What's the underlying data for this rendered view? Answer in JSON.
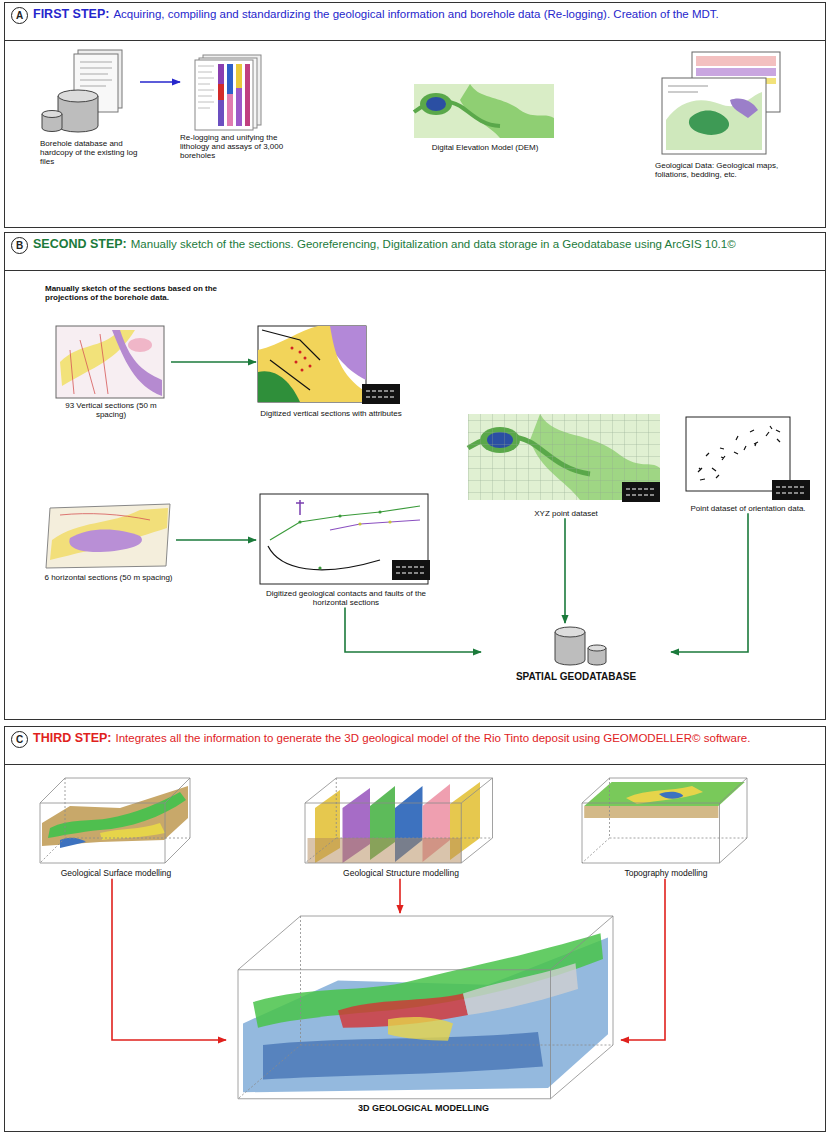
{
  "diagram": {
    "nodes": [
      {
        "text": [
          "A",
          "FIRST STEP:",
          "Acquiring, compiling and standardizing the geological information and borehole data (Re-logging). Creation of the MDT."
        ]
      },
      {
        "text": [
          "Borehole database and hardcopy of the existing log files"
        ],
        "in": 0
      },
      {
        "text": [
          "Re-logging and unifying the lithology and assays of 3,000 boreholes"
        ],
        "in": 0
      },
      {
        "text": [
          "Digital Elevation Model (DEM)"
        ],
        "in": 0
      },
      {
        "text": [
          "Geological Data: Geological maps, foliations, bedding, etc."
        ],
        "in": 0
      },
      {
        "text": [
          "B",
          "SECOND STEP:",
          "Manually sketch of the sections. Georeferencing, Digitalization and data storage in a Geodatabase using ArcGIS 10.1©"
        ]
      },
      {
        "text": [
          "93 Vertical sections (50 m spacing)"
        ],
        "in": 5
      },
      {
        "text": [
          "Digitized vertical sections with attributes"
        ],
        "in": 5
      },
      {
        "text": [
          "XYZ point dataset"
        ],
        "in": 5
      },
      {
        "text": [
          "Point dataset of orientation data."
        ],
        "in": 5
      },
      {
        "text": [
          "6 horizontal sections (50 m spacing)"
        ],
        "in": 5
      },
      {
        "text": [
          "Digitized geological contacts and faults of the horizontal sections"
        ],
        "in": 5
      },
      {
        "text": [
          "SPATIAL GEODATABASE"
        ],
        "in": 5
      },
      {
        "text": [
          "C",
          "THIRD STEP:",
          "Integrates all the information to generate the 3D geological model of the Rio Tinto deposit using GEOMODELLER© software."
        ]
      },
      {
        "text": [
          "Geological Surface modelling"
        ],
        "in": 13
      },
      {
        "text": [
          "Geological Structure modelling"
        ],
        "in": 13
      },
      {
        "text": [
          "Topography modelling"
        ],
        "in": 13
      },
      {
        "text": [
          "3D GEOLOGICAL MODELLING"
        ],
        "in": 13
      }
    ],
    "edges": [
      {
        "from": 1,
        "to": 2,
        "arrow": "to"
      },
      {
        "from": 6,
        "to": 7,
        "arrow": "to"
      },
      {
        "from": 10,
        "to": 11,
        "arrow": "to"
      },
      {
        "from": 11,
        "to": 12,
        "arrow": "to"
      },
      {
        "from": 8,
        "to": 12,
        "arrow": "to"
      },
      {
        "from": 9,
        "to": 12,
        "arrow": "to"
      },
      {
        "from": 14,
        "to": 17,
        "arrow": "to"
      },
      {
        "from": 15,
        "to": 17,
        "arrow": "to"
      },
      {
        "from": 16,
        "to": 17,
        "arrow": "to"
      }
    ],
    "labels": [
      "Manually sketch of the sections based on the projections of the borehole data."
    ]
  }
}
